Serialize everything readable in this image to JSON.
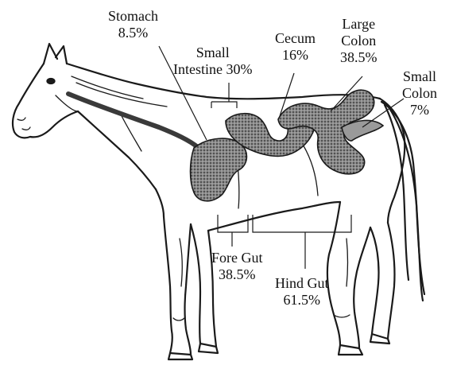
{
  "labels": {
    "stomach": {
      "name": "Stomach",
      "pct": "8.5%"
    },
    "small_intestine": {
      "name_line1": "Small",
      "name_line2": "Intestine 30%"
    },
    "cecum": {
      "name": "Cecum",
      "pct": "16%"
    },
    "large_colon": {
      "name_line1": "Large",
      "name_line2": "Colon",
      "pct": "38.5%"
    },
    "small_colon": {
      "name_line1": "Small",
      "name_line2": "Colon",
      "pct": "7%"
    },
    "fore_gut": {
      "name": "Fore Gut",
      "pct": "38.5%"
    },
    "hind_gut": {
      "name": "Hind Gut",
      "pct": "61.5%"
    }
  },
  "colors": {
    "outline": "#1a1a1a",
    "organ_fill": "#7a7a7a",
    "background": "#ffffff"
  }
}
